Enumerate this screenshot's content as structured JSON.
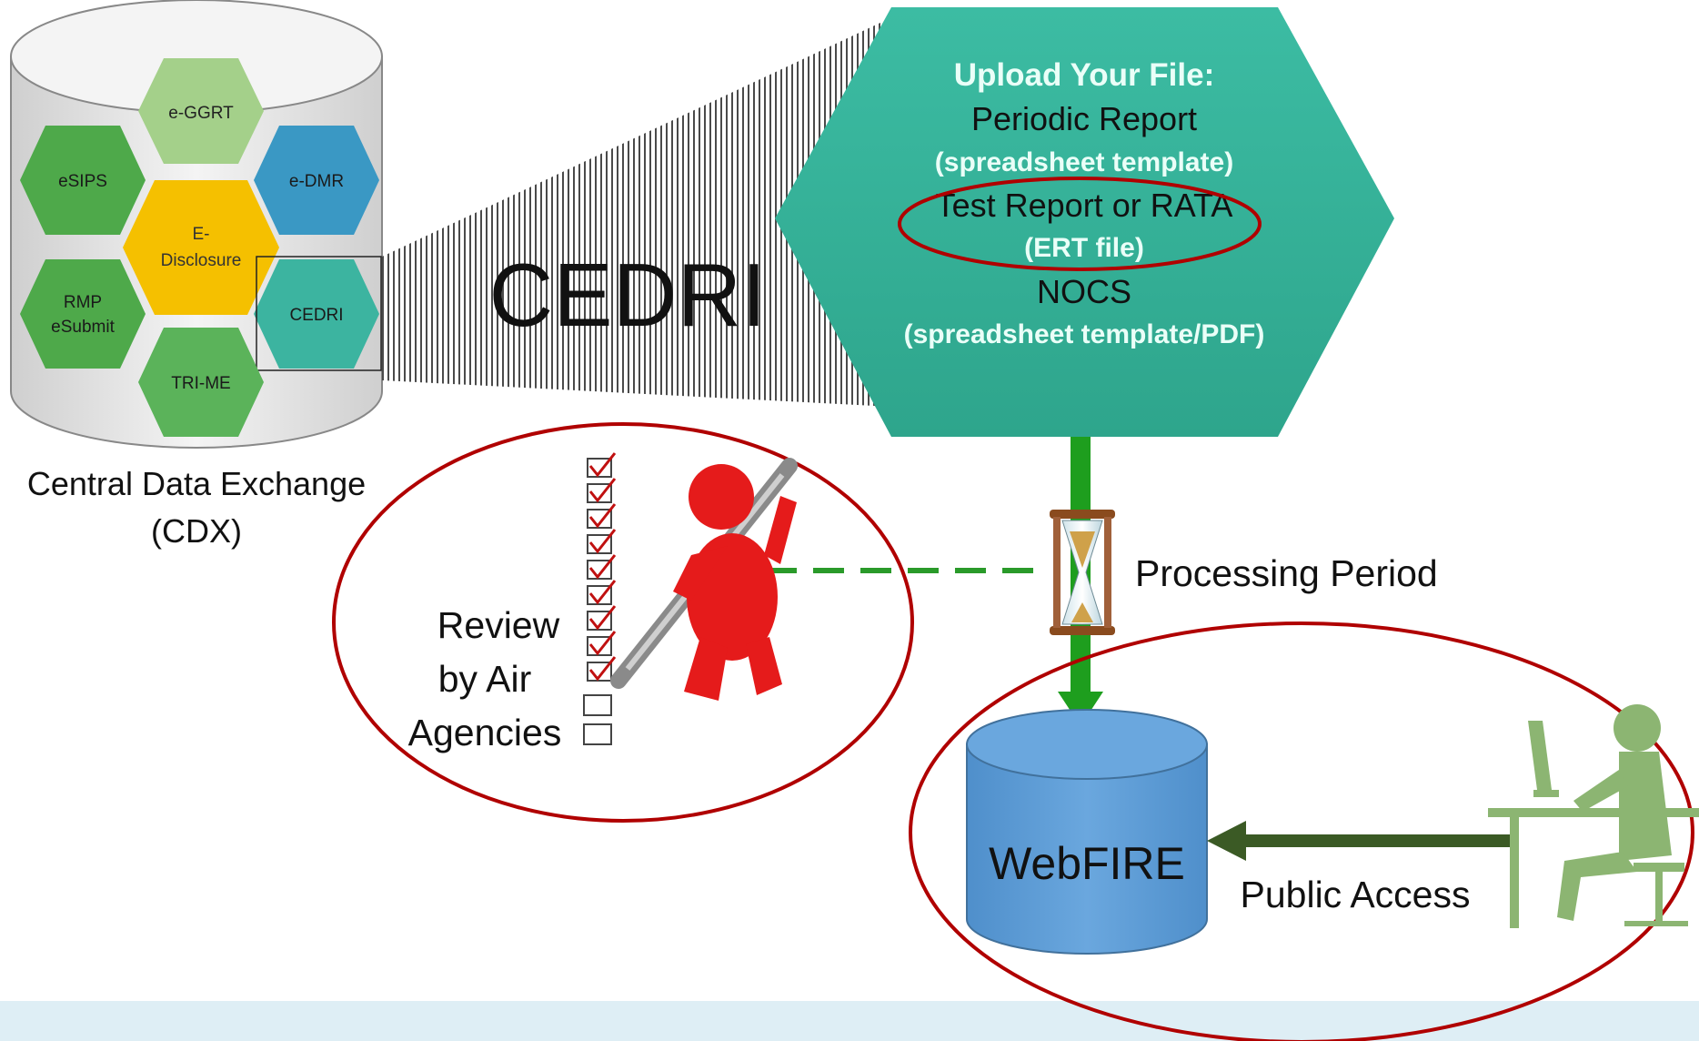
{
  "cdx": {
    "caption_line1": "Central Data Exchange",
    "caption_line2": "(CDX)",
    "hexes": {
      "egrrt": "e-GGRT",
      "esips": "eSIPS",
      "edmr": "e-DMR",
      "edisclosure_line1": "E-",
      "edisclosure_line2": "Disclosure",
      "rmp_line1": "RMP",
      "rmp_line2": "eSubmit",
      "cedri": "CEDRI",
      "trime": "TRI-ME"
    }
  },
  "cedri_title": "CEDRI",
  "upload": {
    "heading": "Upload Your File:",
    "periodic": "Periodic Report",
    "periodic_sub": "(spreadsheet template)",
    "test_report": "Test Report or RATA",
    "test_sub": "(ERT file)",
    "nocs": "NOCS",
    "nocs_sub": "(spreadsheet template/PDF)"
  },
  "review": {
    "line1": "Review",
    "line2": "by Air",
    "line3": "Agencies"
  },
  "processing_period": "Processing Period",
  "webfire": "WebFIRE",
  "public_access": "Public Access",
  "colors": {
    "teal": "#3fb8a0",
    "green_arrow": "#1e9e1e",
    "dark_green_arrow": "#3b5a25",
    "red_oval": "#b00000",
    "webfire_blue": "#5b9bd5",
    "footer_band": "#deeef5"
  }
}
